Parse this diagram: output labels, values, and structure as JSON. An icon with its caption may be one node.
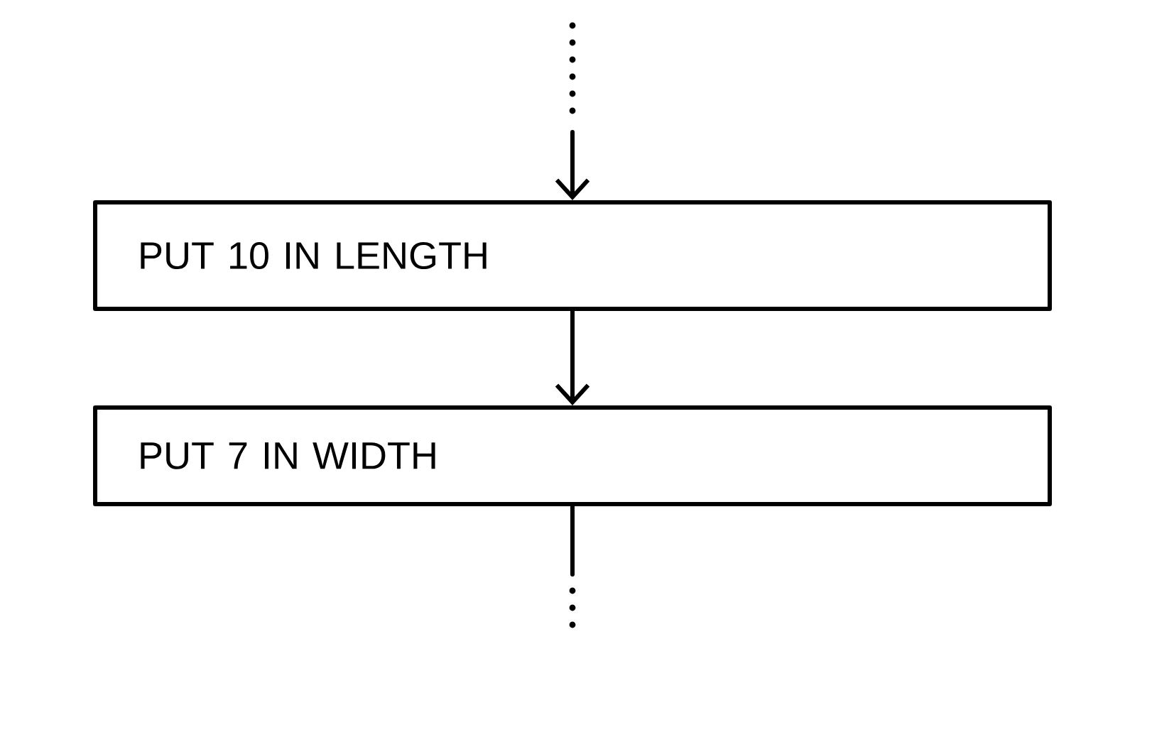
{
  "diagram": {
    "nodes": [
      {
        "text": [
          "PUT 10 IN LENGTH"
        ]
      },
      {
        "text": [
          "PUT 7 IN WIDTH"
        ]
      }
    ],
    "edges": [
      {
        "from": null,
        "to": 0,
        "arrow": "to"
      },
      {
        "from": 0,
        "to": 1,
        "arrow": "to"
      },
      {
        "from": 1,
        "to": null,
        "arrow": "none"
      }
    ]
  }
}
